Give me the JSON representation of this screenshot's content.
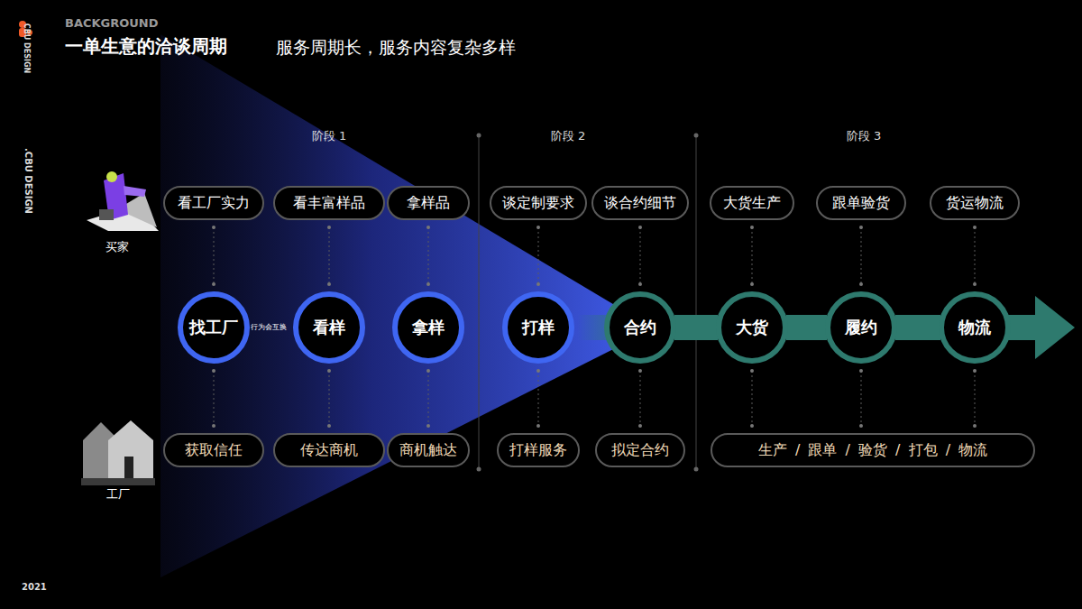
{
  "diagram": {
    "title": "一单生意的洽谈周期",
    "nodes": [
      {
        "text": [
          "看工厂实力"
        ]
      },
      {
        "text": [
          "看丰富样品"
        ]
      },
      {
        "text": [
          "拿样品"
        ]
      },
      {
        "text": [
          "谈定制要求"
        ]
      },
      {
        "text": [
          "谈合约细节"
        ]
      },
      {
        "text": [
          "大货生产"
        ]
      },
      {
        "text": [
          "跟单验货"
        ]
      },
      {
        "text": [
          "货运物流"
        ]
      },
      {
        "text": [
          "找工厂"
        ]
      },
      {
        "text": [
          "看样"
        ]
      },
      {
        "text": [
          "拿样"
        ]
      },
      {
        "text": [
          "打样"
        ]
      },
      {
        "text": [
          "合约"
        ]
      },
      {
        "text": [
          "大货"
        ]
      },
      {
        "text": [
          "履约"
        ]
      },
      {
        "text": [
          "物流"
        ]
      },
      {
        "text": [
          "获取信任"
        ]
      },
      {
        "text": [
          "传达商机"
        ]
      },
      {
        "text": [
          "商机触达"
        ]
      },
      {
        "text": [
          "打样服务"
        ]
      },
      {
        "text": [
          "拟定合约"
        ]
      },
      {
        "text": [
          "生产 / 跟单 / 验货 / 打包 / 物流"
        ]
      }
    ],
    "edges": [
      {
        "from": 0,
        "to": 8,
        "arrow": "none"
      },
      {
        "from": 1,
        "to": 9,
        "arrow": "none"
      },
      {
        "from": 2,
        "to": 10,
        "arrow": "none"
      },
      {
        "from": 3,
        "to": 11,
        "arrow": "none"
      },
      {
        "from": 4,
        "to": 12,
        "arrow": "none"
      },
      {
        "from": 5,
        "to": 13,
        "arrow": "none"
      },
      {
        "from": 6,
        "to": 14,
        "arrow": "none"
      },
      {
        "from": 7,
        "to": 15,
        "arrow": "none"
      },
      {
        "from": 8,
        "to": 16,
        "arrow": "none"
      },
      {
        "from": 9,
        "to": 17,
        "arrow": "none"
      },
      {
        "from": 10,
        "to": 18,
        "arrow": "none"
      },
      {
        "from": 11,
        "to": 19,
        "arrow": "none"
      },
      {
        "from": 12,
        "to": 20,
        "arrow": "none"
      },
      {
        "from": 13,
        "to": 21,
        "arrow": "none"
      },
      {
        "from": 14,
        "to": 21,
        "arrow": "none"
      },
      {
        "from": 15,
        "to": 21,
        "arrow": "none"
      },
      {
        "from": 12,
        "to": 13,
        "arrow": "none"
      },
      {
        "from": 13,
        "to": 14,
        "arrow": "none"
      },
      {
        "from": 14,
        "to": 15,
        "arrow": "none"
      }
    ],
    "labels": [
      "BACKGROUND",
      "服务周期长，服务内容复杂多样",
      "CBU DESIGN",
      ".CBU DESIGN",
      "2021",
      "阶段 1",
      "阶段 2",
      "阶段 3",
      "行为会互换",
      "买家",
      "工厂"
    ]
  }
}
